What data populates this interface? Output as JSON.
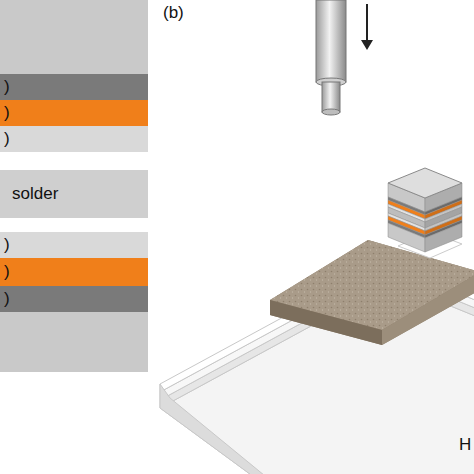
{
  "diagram": {
    "nodes": [
      {
        "text": [
          ")"
        ]
      },
      {
        "text": [
          ")"
        ]
      },
      {
        "text": [
          ")"
        ]
      },
      {
        "text": [
          "solder"
        ]
      },
      {
        "text": [
          ")"
        ]
      },
      {
        "text": [
          ")"
        ]
      },
      {
        "text": [
          ")"
        ]
      }
    ],
    "labels": [
      "(b)",
      "H"
    ]
  }
}
